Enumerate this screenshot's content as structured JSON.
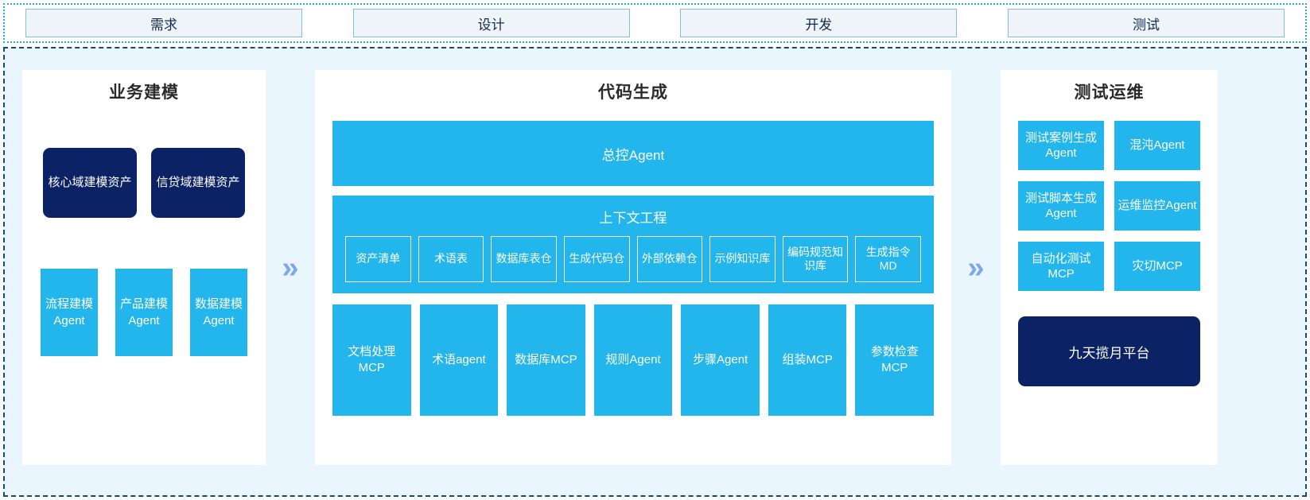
{
  "phases": [
    {
      "label": "需求"
    },
    {
      "label": "设计"
    },
    {
      "label": "开发"
    },
    {
      "label": "测试"
    }
  ],
  "separators": {
    "chevron": "»"
  },
  "colors": {
    "accent_blue": "#22b6ed",
    "navy": "#0b2265",
    "panel_bg": "#eaf6fd",
    "phase_fill": "#eef4f7",
    "chevron": "#7da7ec"
  },
  "left_panel": {
    "title": "业务建模",
    "assets": [
      {
        "label": "核心域建模资产"
      },
      {
        "label": "信贷域建模资产"
      }
    ],
    "agents": [
      {
        "label": "流程建模Agent"
      },
      {
        "label": "产品建模Agent"
      },
      {
        "label": "数据建模Agent"
      }
    ]
  },
  "center_panel": {
    "title": "代码生成",
    "master_agent": "总控Agent",
    "context_engineering": {
      "title": "上下文工程",
      "chips": [
        {
          "label": "资产清单"
        },
        {
          "label": "术语表"
        },
        {
          "label": "数据库表仓"
        },
        {
          "label": "生成代码仓"
        },
        {
          "label": "外部依赖仓"
        },
        {
          "label": "示例知识库"
        },
        {
          "label": "编码规范知识库"
        },
        {
          "label": "生成指令MD"
        }
      ]
    },
    "tools": [
      {
        "label": "文档处理MCP"
      },
      {
        "label": "术语agent"
      },
      {
        "label": "数据库MCP"
      },
      {
        "label": "规则Agent"
      },
      {
        "label": "步骤Agent"
      },
      {
        "label": "组装MCP"
      },
      {
        "label": "参数检查MCP"
      }
    ]
  },
  "right_panel": {
    "title": "测试运维",
    "cards": [
      {
        "label": "测试案例生成Agent"
      },
      {
        "label": "混沌Agent"
      },
      {
        "label": "测试脚本生成Agent"
      },
      {
        "label": "运维监控Agent"
      },
      {
        "label": "自动化测试MCP"
      },
      {
        "label": "灾切MCP"
      }
    ],
    "platform": "九天揽月平台"
  }
}
